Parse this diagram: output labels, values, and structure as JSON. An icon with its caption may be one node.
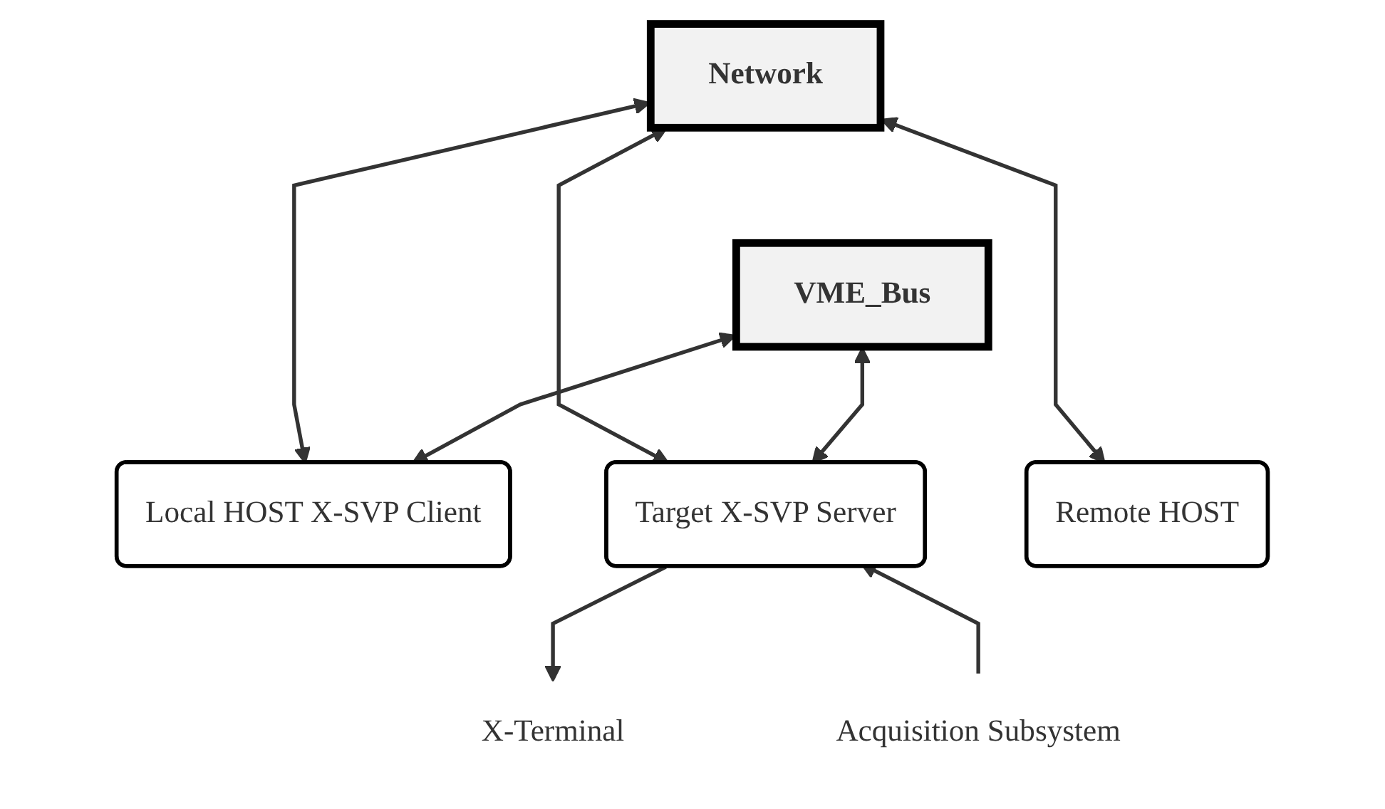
{
  "diagram": {
    "nodes": [
      {
        "text": [
          "Network"
        ]
      },
      {
        "text": [
          "VME_Bus"
        ]
      },
      {
        "text": [
          "Local HOST X-SVP Client"
        ]
      },
      {
        "text": [
          "Target X-SVP Server"
        ]
      },
      {
        "text": [
          "Remote HOST"
        ]
      },
      {
        "text": [
          "X-Terminal"
        ]
      },
      {
        "text": [
          "Acquisition Subsystem"
        ]
      }
    ],
    "edges": [
      {
        "from": 0,
        "to": 2,
        "arrow": "both"
      },
      {
        "from": 0,
        "to": 3,
        "arrow": "both"
      },
      {
        "from": 0,
        "to": 4,
        "arrow": "both"
      },
      {
        "from": 1,
        "to": 2,
        "arrow": "both"
      },
      {
        "from": 1,
        "to": 3,
        "arrow": "both"
      },
      {
        "from": 3,
        "to": 5,
        "arrow": "to"
      },
      {
        "from": 6,
        "to": 3,
        "arrow": "to"
      }
    ]
  }
}
